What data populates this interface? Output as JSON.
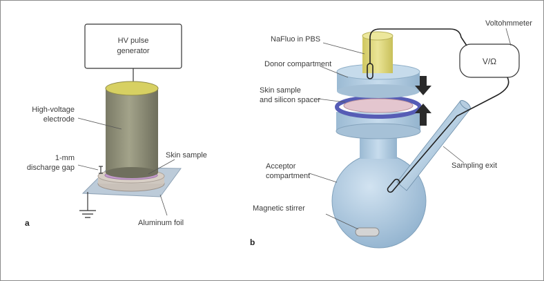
{
  "panel_a": {
    "letter": "a",
    "generator_line1": "HV pulse",
    "generator_line2": "generator",
    "electrode_line1": "High-voltage",
    "electrode_line2": "electrode",
    "gap_line1": "1-mm",
    "gap_line2": "discharge gap",
    "skin_sample": "Skin sample",
    "aluminum_foil": "Aluminum foil"
  },
  "panel_b": {
    "letter": "b",
    "voltohmmeter": "Voltohmmeter",
    "meter_display": "V/Ω",
    "nafluo": "NaFluo in PBS",
    "donor": "Donor compartment",
    "skin_line1": "Skin sample",
    "skin_line2": "and silicon spacer",
    "acceptor_line1": "Acceptor",
    "acceptor_line2": "compartment",
    "sampling_exit": "Sampling exit",
    "magnetic_stirrer": "Magnetic stirrer"
  },
  "colors": {
    "electrode_body": "#8c8c74",
    "electrode_top": "#d8d160",
    "skin": "#c89ad0",
    "foil": "#b8c8d8",
    "glass": "#a9c6de",
    "nafluo": "#e2dc7a",
    "spacer": "#5a5fb8",
    "line": "#222222"
  }
}
